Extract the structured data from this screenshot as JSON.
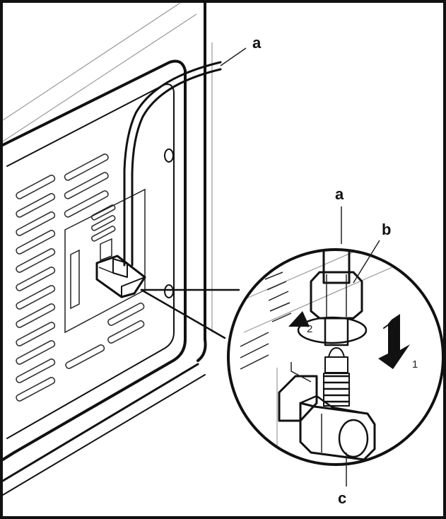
{
  "callouts": {
    "a_pipe": "a",
    "a_zoom": "a",
    "b_nut": "b",
    "c_elbow": "c"
  },
  "steps": {
    "rotate": "2",
    "push": "1"
  },
  "colors": {
    "line": "#111111",
    "background": "#ffffff",
    "arrow": "#111111"
  }
}
